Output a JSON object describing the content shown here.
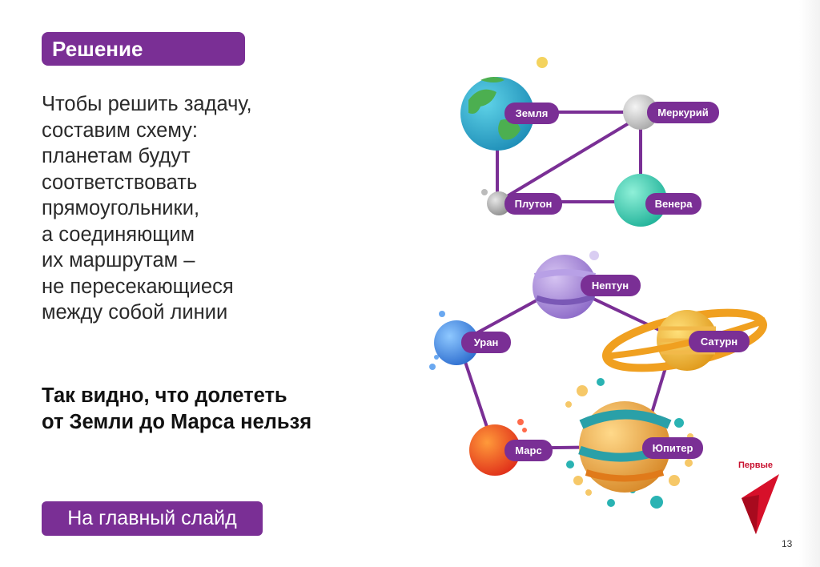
{
  "slide": {
    "title": "Решение",
    "body_lines": [
      "Чтобы решить задачу,",
      "составим схему:",
      "планетам будут",
      "соответствовать",
      "прямоугольники,",
      "а соединяющим",
      "их маршрутам –",
      "не пересекающиеся",
      "между собой линии"
    ],
    "conclusion_lines": [
      "Так видно, что долететь",
      "от Земли до Марса нельзя"
    ],
    "home_button": "На главный слайд",
    "brand": "Первые",
    "page_number": "13"
  },
  "colors": {
    "accent": "#7a2f95",
    "edge": "#7a2f95"
  },
  "planets": {
    "earth": "Земля",
    "mercury": "Меркурий",
    "pluto": "Плутон",
    "venus": "Венера",
    "neptune": "Нептун",
    "uranus": "Уран",
    "saturn": "Сатурн",
    "mars": "Марс",
    "jupiter": "Юпитер"
  }
}
